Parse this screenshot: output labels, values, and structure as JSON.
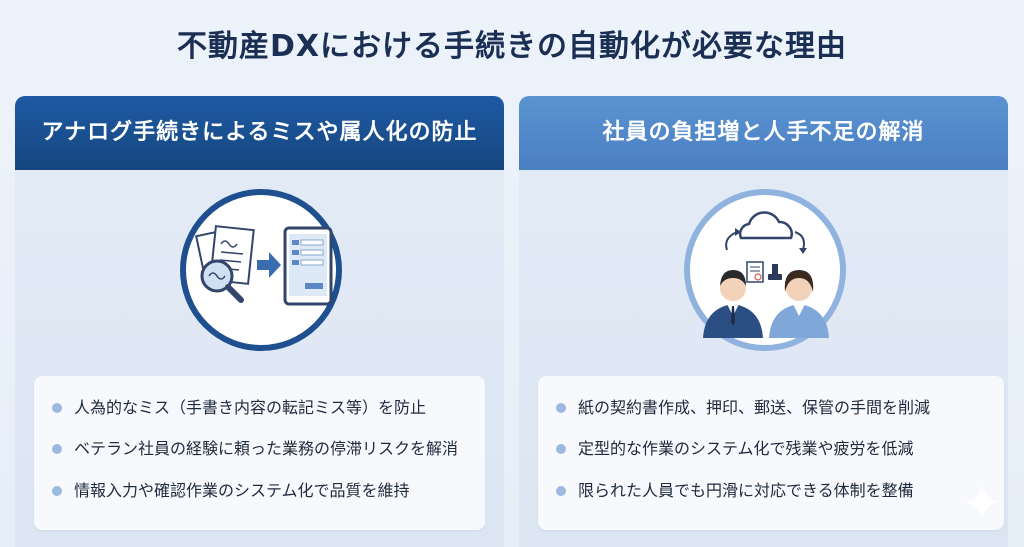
{
  "title": "不動産DXにおける手続きの自動化が必要な理由",
  "panels": [
    {
      "header": "アナログ手続きによるミスや属人化の防止",
      "bullets": [
        "人為的なミス（手書き内容の転記ミス等）を防止",
        "ベテラン社員の経験に頼った業務の停滞リスクを解消",
        "情報入力や確認作業のシステム化で品質を維持"
      ]
    },
    {
      "header": "社員の負担増と人手不足の解消",
      "bullets": [
        "紙の契約書作成、押印、郵送、保管の手間を削減",
        "定型的な作業のシステム化で残業や疲労を低減",
        "限られた人員でも円滑に対応できる体制を整備"
      ]
    }
  ],
  "icons": {
    "left": [
      "paper-documents-icon",
      "magnifier-icon",
      "arrow-right-icon",
      "tablet-form-icon"
    ],
    "right": [
      "cloud-icon",
      "businessman-icon",
      "businesswoman-icon",
      "document-icon",
      "stamp-icon"
    ]
  },
  "colors": {
    "title": "#1b2f55",
    "left_header": "#1e5aa3",
    "right_header": "#5b92d1",
    "bullet_dot": "#9cb9df"
  }
}
